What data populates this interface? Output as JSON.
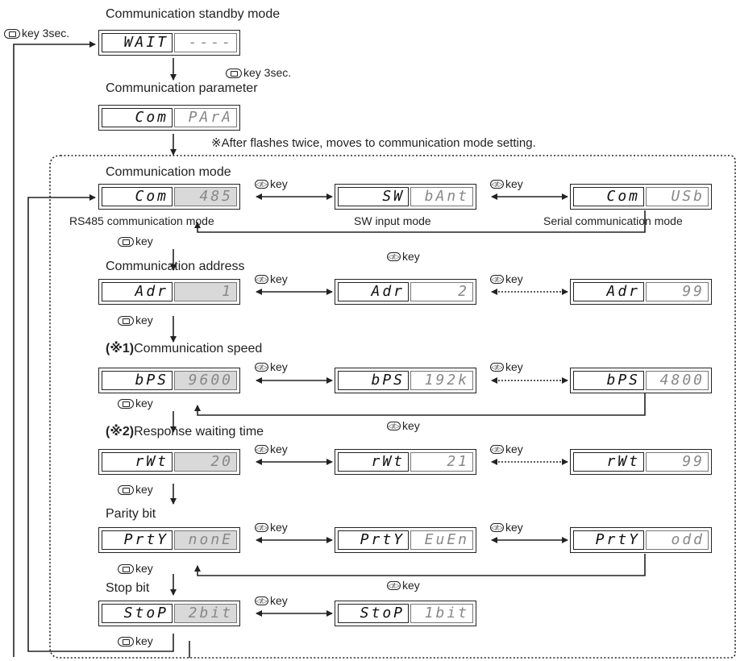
{
  "notes": {
    "key3sec_left": "key 3sec.",
    "key3sec_mid": "key 3sec.",
    "flashes": "※After flashes twice, moves to communication mode setting.",
    "key_label": "key",
    "lr_key_label": "key"
  },
  "sections": {
    "standby": "Communication standby mode",
    "param": "Communication parameter",
    "mode": "Communication mode",
    "address": "Communication address",
    "speed_prefix": "(※1)",
    "speed": "Communication speed",
    "wait_prefix": "(※2)",
    "wait": "Response waiting time",
    "parity": "Parity bit",
    "stop": "Stop bit"
  },
  "captions": {
    "rs485": "RS485 communication mode",
    "sw": "SW input mode",
    "serial": "Serial communication mode"
  },
  "displays": {
    "standby": {
      "left": "WAIT",
      "right": "----"
    },
    "param": {
      "left": "Com",
      "right": "PArA"
    },
    "mode1": {
      "left": "Com",
      "right": "485"
    },
    "mode2": {
      "left": "SW",
      "right": "bAnt"
    },
    "mode3": {
      "left": "Com",
      "right": "USb"
    },
    "addr1": {
      "left": "Adr",
      "right": "1"
    },
    "addr2": {
      "left": "Adr",
      "right": "2"
    },
    "addr3": {
      "left": "Adr",
      "right": "99"
    },
    "bps1": {
      "left": "bPS",
      "right": "9600"
    },
    "bps2": {
      "left": "bPS",
      "right": "192k"
    },
    "bps3": {
      "left": "bPS",
      "right": "4800"
    },
    "rwt1": {
      "left": "rWt",
      "right": "20"
    },
    "rwt2": {
      "left": "rWt",
      "right": "21"
    },
    "rwt3": {
      "left": "rWt",
      "right": "99"
    },
    "prty1": {
      "left": "PrtY",
      "right": "nonE"
    },
    "prty2": {
      "left": "PrtY",
      "right": "EuEn"
    },
    "prty3": {
      "left": "PrtY",
      "right": "odd"
    },
    "stop1": {
      "left": "StoP",
      "right": "2bit"
    },
    "stop2": {
      "left": "StoP",
      "right": "1bit"
    }
  }
}
